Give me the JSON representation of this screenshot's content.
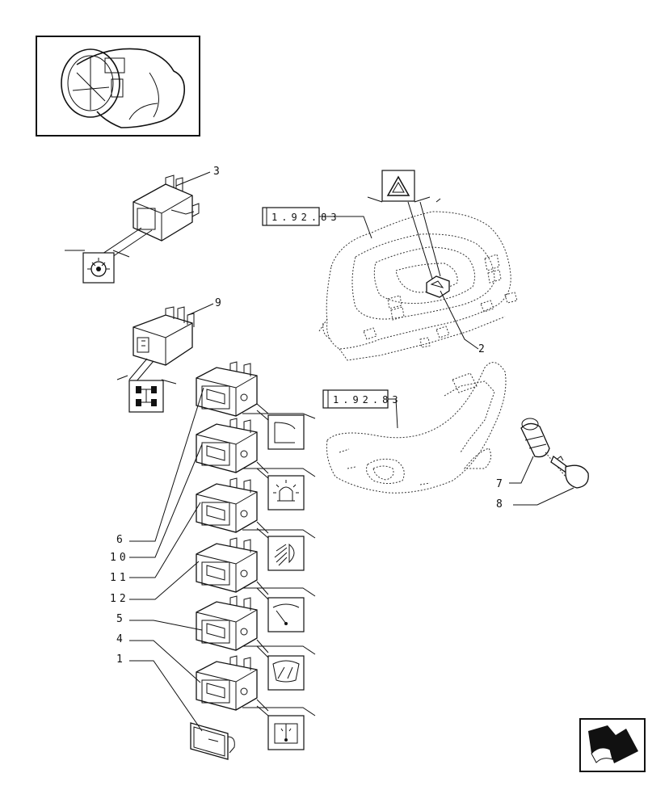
{
  "callouts": {
    "c1": "1",
    "c2": "2",
    "c3": "3",
    "c4": "4",
    "c5": "5",
    "c6": "6",
    "c7": "7",
    "c8": "8",
    "c9": "9",
    "c10": "10",
    "c11": "11",
    "c12": "12"
  },
  "references": {
    "upper_dash": "1.92.83",
    "lower_dash": "1.92.83"
  },
  "symbols": {
    "differential_lock": "differential-lock-icon",
    "four_wheel_drive": "4wd-icon",
    "hazard": "hazard-warning-icon",
    "work_light_rear": "work-light-icon",
    "beacon": "rotating-beacon-icon",
    "work_light_front": "headlight-icon",
    "rear_wiper": "rear-wiper-icon",
    "front_wiper": "front-wiper-icon",
    "washer": "washer-icon"
  },
  "navigation": {
    "next_icon": "next-page-arrow-icon"
  }
}
